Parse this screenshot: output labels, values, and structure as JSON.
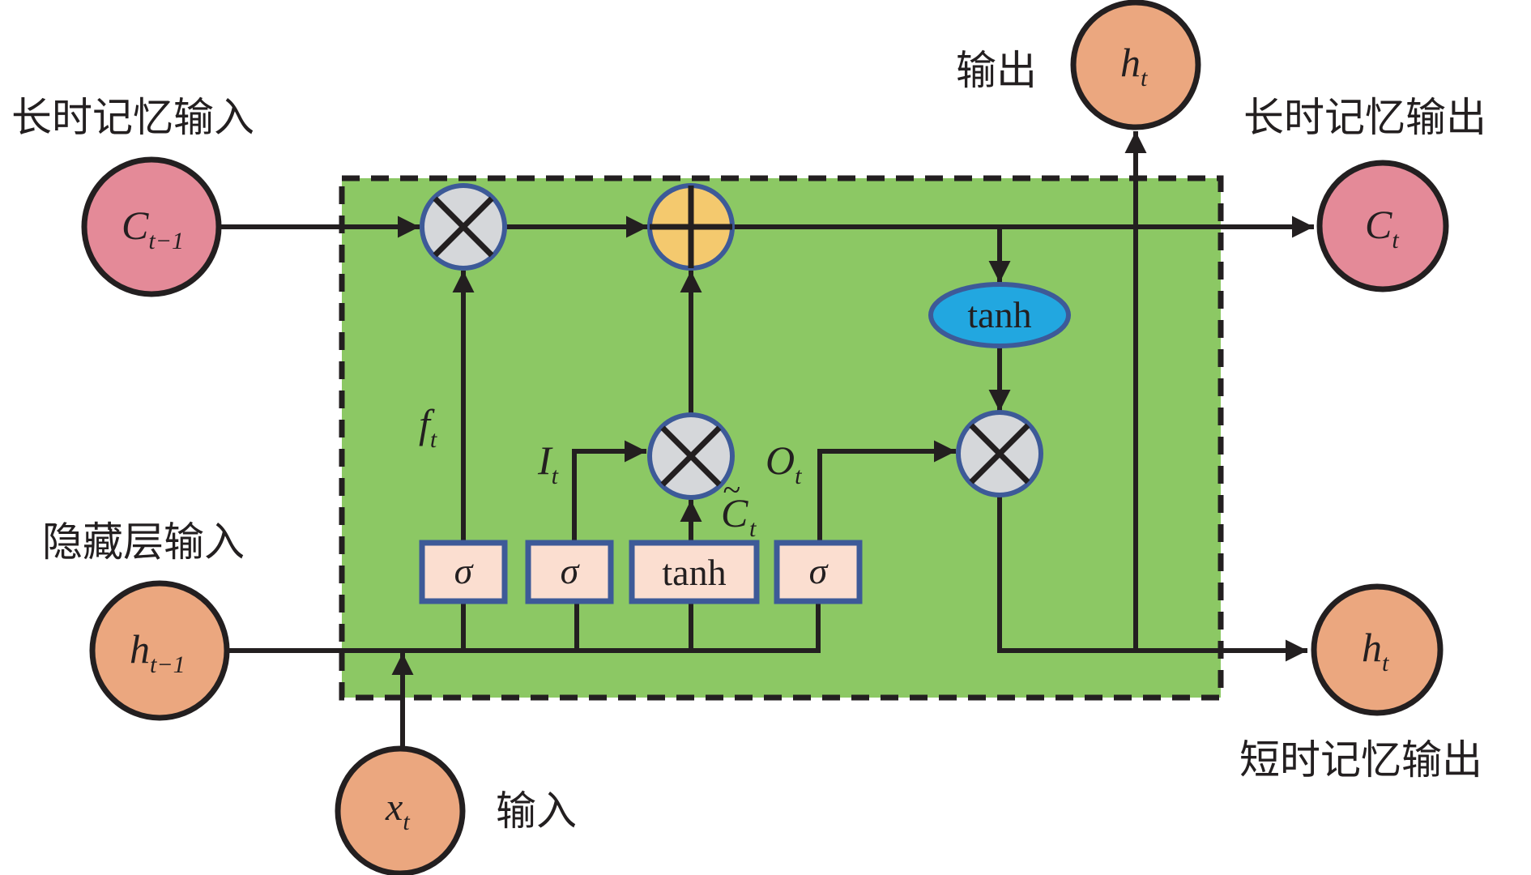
{
  "title": "LSTM cell structure",
  "colors": {
    "cell_bg": "#8cc864",
    "cell_border": "#231f20",
    "cell_state_node": "#e48a98",
    "hidden_node": "#eba77f",
    "multiply_node": "#d5d7da",
    "add_node": "#f4c96e",
    "op_border": "#3d5a98",
    "gate_fill": "#fbded0",
    "tanh_ellipse": "#22a7e0"
  },
  "labels": {
    "long_memory_input": "长时记忆输入",
    "long_memory_output": "长时记忆输出",
    "hidden_layer_input": "隐藏层输入",
    "short_memory_output": "短时记忆输出",
    "output": "输出",
    "input": "输入"
  },
  "nodes": {
    "c_prev": {
      "main": "C",
      "sub": "t−1"
    },
    "c_t": {
      "main": "C",
      "sub": "t"
    },
    "h_prev": {
      "main": "h",
      "sub": "t−1"
    },
    "h_t_out": {
      "main": "h",
      "sub": "t"
    },
    "h_t_top": {
      "main": "h",
      "sub": "t"
    },
    "x_t": {
      "main": "x",
      "sub": "t"
    }
  },
  "gates": [
    {
      "id": "forget",
      "label": "σ"
    },
    {
      "id": "input",
      "label": "σ"
    },
    {
      "id": "candidate",
      "label": "tanh"
    },
    {
      "id": "output",
      "label": "σ"
    }
  ],
  "cell_tanh": "tanh",
  "signals": {
    "forget": {
      "main": "f",
      "sub": "t"
    },
    "input": {
      "main": "I",
      "sub": "t"
    },
    "output": {
      "main": "O",
      "sub": "t"
    },
    "candidate": {
      "main": "C",
      "sub": "t",
      "accent": "~"
    }
  }
}
